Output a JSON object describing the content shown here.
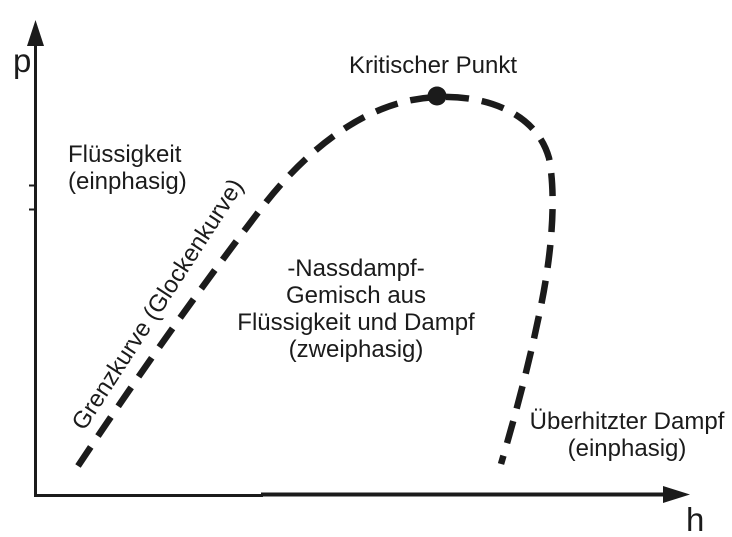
{
  "diagram": {
    "axes": {
      "y_label": "p",
      "x_label": "h"
    },
    "critical_point_label": "Kritischer Punkt",
    "boundary_curve_label": "Grenzkurve (Glockenkurve)",
    "regions": {
      "liquid": {
        "lines": [
          "Flüssigkeit",
          "(einphasig)"
        ]
      },
      "wet_steam": {
        "lines": [
          "-Nassdampf-",
          "Gemisch aus",
          "Flüssigkeit und Dampf",
          "(zweiphasig)"
        ]
      },
      "superheated": {
        "lines": [
          "Überhitzter Dampf",
          "(einphasig)"
        ]
      }
    },
    "colors": {
      "ink": "#1b1b1b",
      "background": "#ffffff"
    }
  }
}
